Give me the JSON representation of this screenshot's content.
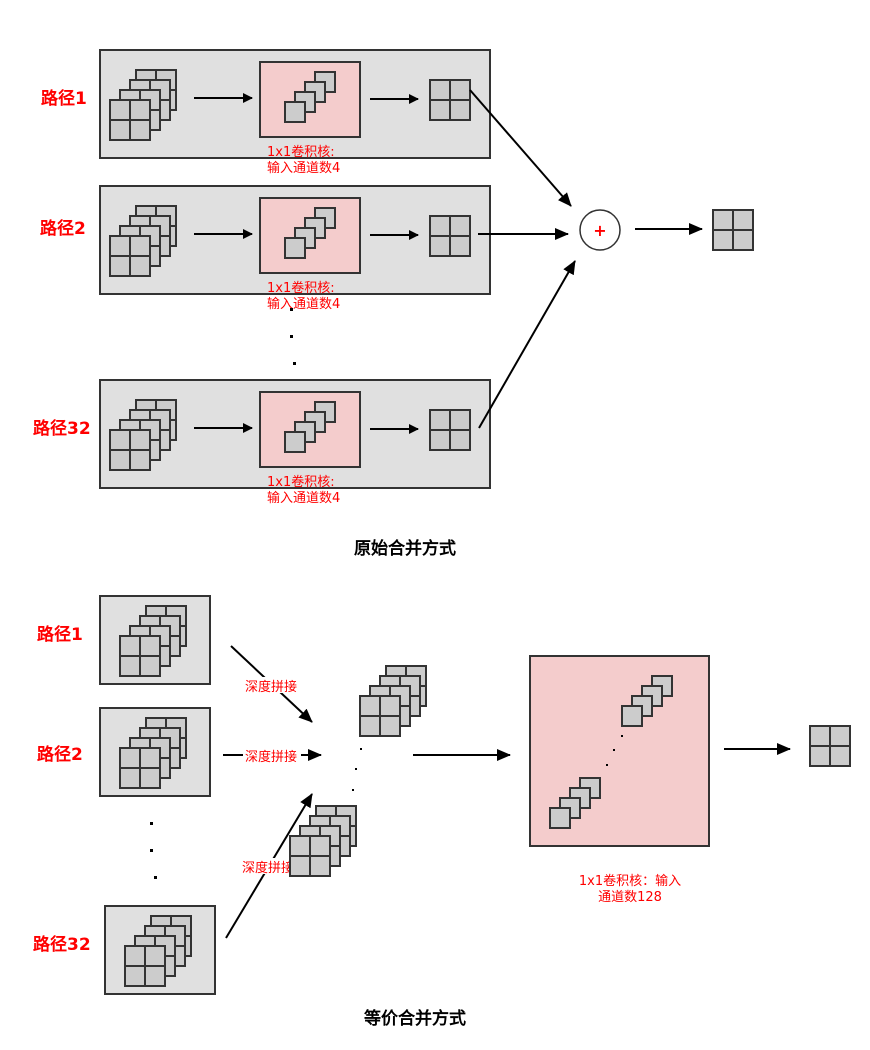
{
  "original": {
    "title": "原始合并方式",
    "paths": [
      {
        "label": "路径1",
        "note_line1": "1x1卷积核:",
        "note_line2": "输入通道数4"
      },
      {
        "label": "路径2",
        "note_line1": "1x1卷积核:",
        "note_line2": "输入通道数4"
      },
      {
        "label": "路径32",
        "note_line1": "1x1卷积核:",
        "note_line2": "输入通道数4"
      }
    ],
    "sum_symbol": "+",
    "ellipsis": "⋮"
  },
  "equivalent": {
    "title": "等价合并方式",
    "paths": [
      {
        "label": "路径1",
        "concat_label": "深度拼接"
      },
      {
        "label": "路径2",
        "concat_label": "深度拼接"
      },
      {
        "label": "路径32",
        "concat_label": "深度拼接"
      }
    ],
    "kernel_note_line1": "1x1卷积核：输入",
    "kernel_note_line2": "通道数128"
  },
  "colors": {
    "label_red": "#ff0000",
    "box_gray": "#e0e0e0",
    "kernel_pink": "#f4cccc",
    "cell_gray": "#cccccc",
    "stroke_dark": "#333333"
  }
}
